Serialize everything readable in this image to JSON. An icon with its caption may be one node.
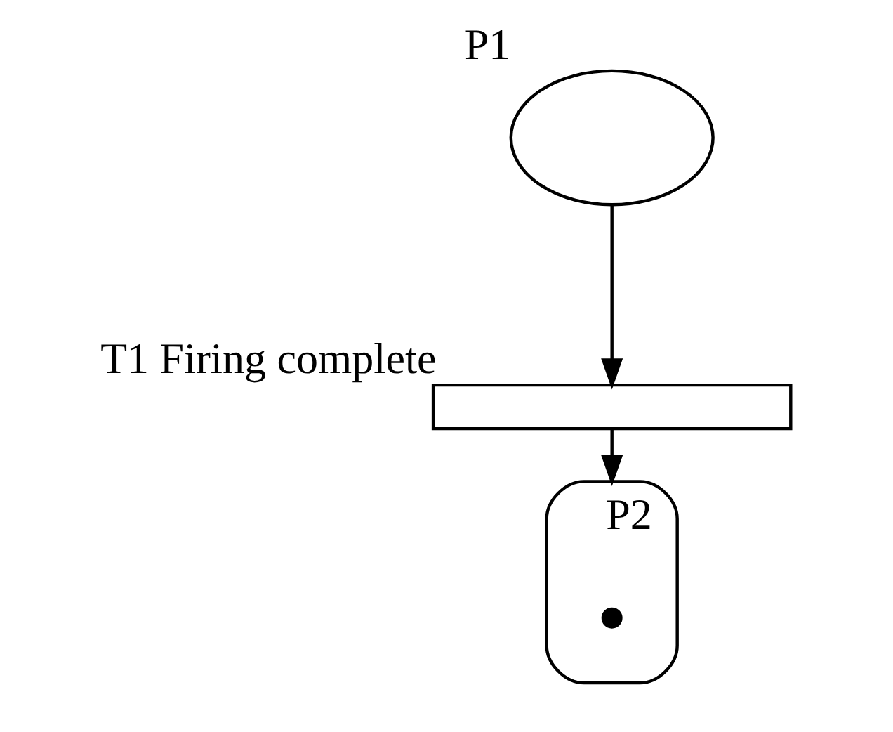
{
  "diagram": {
    "nodes": [
      {
        "text": [],
        "shape": "ellipse",
        "beside": [
          "P1"
        ]
      },
      {
        "text": [],
        "shape": "bar",
        "beside": [
          "T1 Firing complete"
        ]
      },
      {
        "text": [],
        "shape": "ellipse",
        "beside": [
          "P2"
        ]
      },
      {
        "text": [],
        "shape": "dot",
        "in": 2
      }
    ],
    "edges": [
      {
        "from": 0,
        "to": 1,
        "arrow": "to"
      },
      {
        "from": 1,
        "to": 2,
        "arrow": "to"
      }
    ]
  }
}
